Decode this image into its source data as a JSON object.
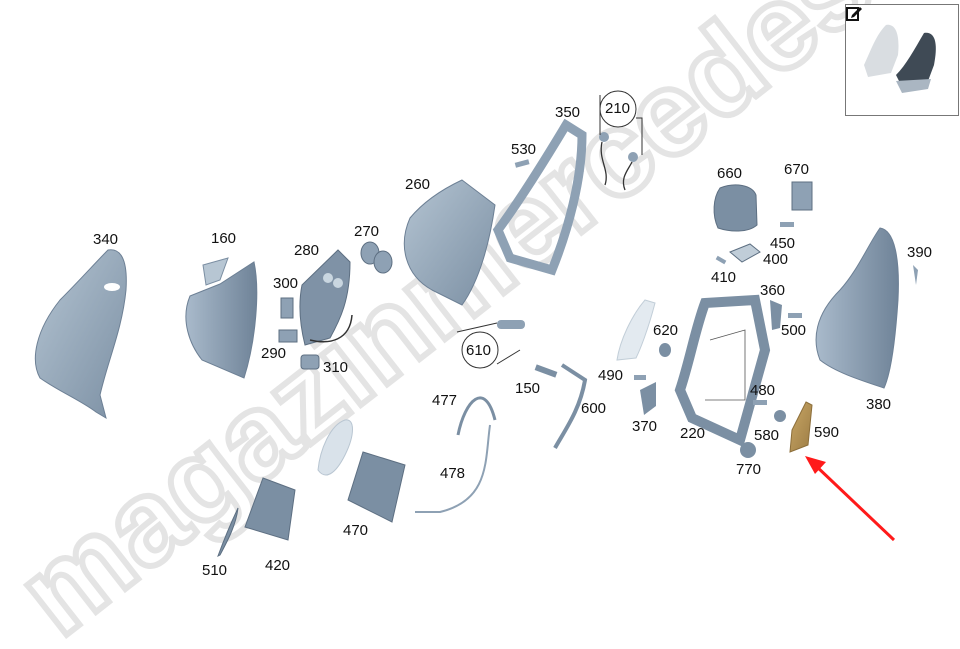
{
  "diagram": {
    "title": "Seat backrest exploded parts diagram",
    "watermark": "magazinmercedes.ru",
    "highlighted_part": "590",
    "colors": {
      "part_fill": "#8aa0b4",
      "part_dark": "#6e8194",
      "part_light": "#c9d6e0",
      "highlight_fill": "#b8965a",
      "arrow": "#ff1a1a",
      "watermark": "#e6e6e6"
    },
    "labels": [
      {
        "id": "340",
        "text": "340"
      },
      {
        "id": "160",
        "text": "160"
      },
      {
        "id": "280",
        "text": "280"
      },
      {
        "id": "270",
        "text": "270"
      },
      {
        "id": "300",
        "text": "300"
      },
      {
        "id": "290",
        "text": "290"
      },
      {
        "id": "310",
        "text": "310"
      },
      {
        "id": "260",
        "text": "260"
      },
      {
        "id": "530",
        "text": "530"
      },
      {
        "id": "350",
        "text": "350"
      },
      {
        "id": "210",
        "text": "210"
      },
      {
        "id": "660",
        "text": "660"
      },
      {
        "id": "670",
        "text": "670"
      },
      {
        "id": "450",
        "text": "450"
      },
      {
        "id": "400",
        "text": "400"
      },
      {
        "id": "410",
        "text": "410"
      },
      {
        "id": "390",
        "text": "390"
      },
      {
        "id": "360",
        "text": "360"
      },
      {
        "id": "500",
        "text": "500"
      },
      {
        "id": "620",
        "text": "620"
      },
      {
        "id": "610",
        "text": "610"
      },
      {
        "id": "150",
        "text": "150"
      },
      {
        "id": "490",
        "text": "490"
      },
      {
        "id": "600",
        "text": "600"
      },
      {
        "id": "477",
        "text": "477"
      },
      {
        "id": "370",
        "text": "370"
      },
      {
        "id": "480",
        "text": "480"
      },
      {
        "id": "220",
        "text": "220"
      },
      {
        "id": "580",
        "text": "580"
      },
      {
        "id": "590",
        "text": "590"
      },
      {
        "id": "380",
        "text": "380"
      },
      {
        "id": "770",
        "text": "770"
      },
      {
        "id": "478",
        "text": "478"
      },
      {
        "id": "470",
        "text": "470"
      },
      {
        "id": "510",
        "text": "510"
      },
      {
        "id": "420",
        "text": "420"
      }
    ],
    "thumbnail": {
      "label": "seat-overview",
      "edit_icon": "edit-icon"
    }
  }
}
